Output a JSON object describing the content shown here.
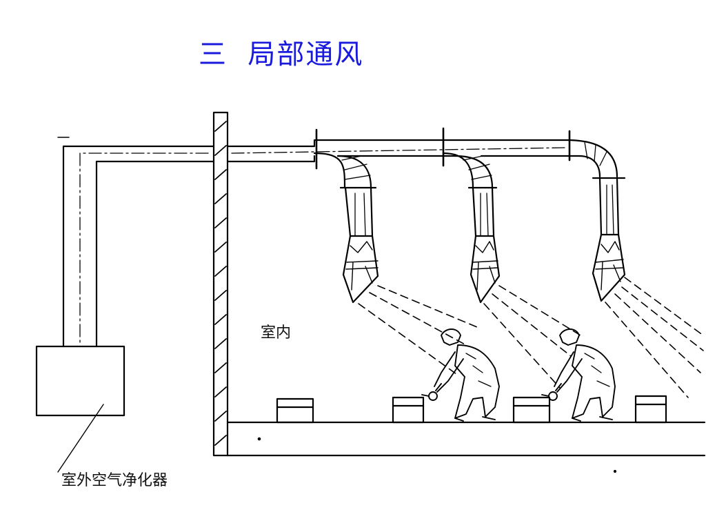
{
  "title": "三  局部通风",
  "labels": {
    "indoor": "室内",
    "purifier": "室外空气净化器"
  },
  "colors": {
    "title": "#1a1adc",
    "line": "#000000"
  }
}
